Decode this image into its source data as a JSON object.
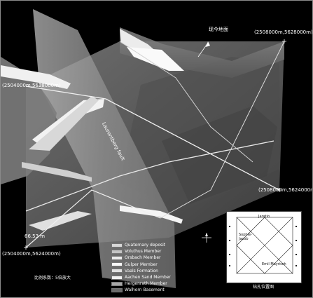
{
  "labels": {
    "surface": "现今地面",
    "fault": "Laurentberg fault",
    "height": "66.53 m",
    "scale": "比例系数：5倍放大",
    "inset_caption": "钻孔位置图",
    "coords": {
      "ne": "(2508000m,5628000m)",
      "w": "(2504000m,5628000m)",
      "e": "(2508000m,5624000m)",
      "sw": "(2504000m,5624000m)"
    },
    "inset": {
      "top": "Jaratio",
      "west": "Sophie-\nJacob",
      "east": "Emil Mayrisch"
    }
  },
  "legend": [
    {
      "name": "Quaternary deposit",
      "color": "#d8d8d8"
    },
    {
      "name": "Voluthus Member",
      "color": "#c4c4c4"
    },
    {
      "name": "Orsbach Member",
      "color": "#ececec"
    },
    {
      "name": "Gulper Member",
      "color": "#f8f8f8"
    },
    {
      "name": "Vaals Formation",
      "color": "#e2e2e2"
    },
    {
      "name": "Aachen Sand Member",
      "color": "#f2f2f2"
    },
    {
      "name": "Hergenrath Member",
      "color": "#a8a8a8"
    },
    {
      "name": "Walhorn Basement",
      "color": "#6a6a6a"
    }
  ],
  "colors": {
    "background": "#000000",
    "terrain": "#5a5a5a",
    "fault_plane": "#9a9a9a",
    "layer_light": "#f0f0f0"
  }
}
